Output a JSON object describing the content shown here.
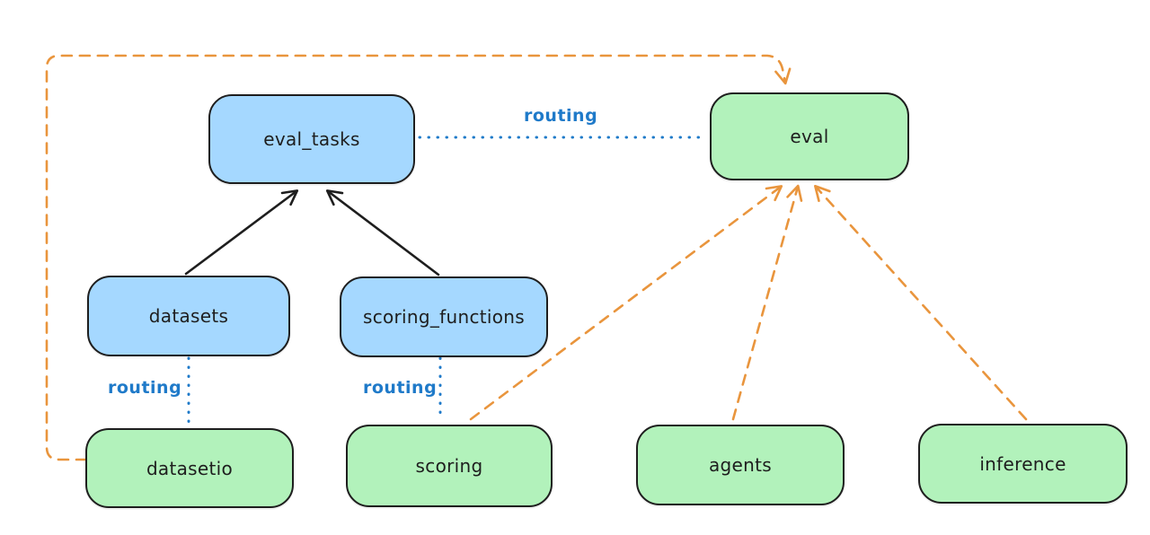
{
  "diagram": {
    "colors": {
      "background": "#ffffff",
      "api_node_fill": "#a5d8ff",
      "provider_node_fill": "#b2f2bb",
      "node_stroke": "#1e1e1e",
      "routing_line": "#1f7ac9",
      "provider_arrow": "#e9953d"
    },
    "nodes": [
      {
        "id": "eval_tasks",
        "label": "eval_tasks",
        "fill": "blue"
      },
      {
        "id": "eval",
        "label": "eval",
        "fill": "green"
      },
      {
        "id": "datasets",
        "label": "datasets",
        "fill": "blue"
      },
      {
        "id": "scoring_functions",
        "label": "scoring_functions",
        "fill": "blue"
      },
      {
        "id": "datasetio",
        "label": "datasetio",
        "fill": "green"
      },
      {
        "id": "scoring",
        "label": "scoring",
        "fill": "green"
      },
      {
        "id": "agents",
        "label": "agents",
        "fill": "green"
      },
      {
        "id": "inference",
        "label": "inference",
        "fill": "green"
      }
    ],
    "edges": [
      {
        "from": "datasets",
        "to": "eval_tasks",
        "style": "solid-black-arrow",
        "label": ""
      },
      {
        "from": "scoring_functions",
        "to": "eval_tasks",
        "style": "solid-black-arrow",
        "label": ""
      },
      {
        "from": "eval_tasks",
        "to": "eval",
        "style": "dotted-blue",
        "label": "routing"
      },
      {
        "from": "datasets",
        "to": "datasetio",
        "style": "dotted-blue",
        "label": "routing"
      },
      {
        "from": "scoring_functions",
        "to": "scoring",
        "style": "dotted-blue",
        "label": "routing"
      },
      {
        "from": "datasetio",
        "to": "eval",
        "style": "dashed-orange-arrow",
        "label": ""
      },
      {
        "from": "scoring",
        "to": "eval",
        "style": "dashed-orange-arrow",
        "label": ""
      },
      {
        "from": "agents",
        "to": "eval",
        "style": "dashed-orange-arrow",
        "label": ""
      },
      {
        "from": "inference",
        "to": "eval",
        "style": "dashed-orange-arrow",
        "label": ""
      }
    ]
  }
}
